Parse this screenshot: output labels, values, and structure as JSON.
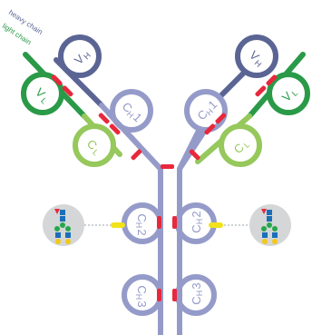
{
  "legend": {
    "heavy_chain": "heavy chain",
    "light_chain": "light chain"
  },
  "domains": {
    "vh_left": {
      "main": "V",
      "sub": "H"
    },
    "vh_right": {
      "main": "V",
      "sub": "H"
    },
    "vl_left": {
      "main": "V",
      "sub": "L"
    },
    "vl_right": {
      "main": "V",
      "sub": "L"
    },
    "ch1_left": {
      "main": "C",
      "sub": "H",
      "suffix": "1"
    },
    "ch1_right": {
      "main": "C",
      "sub": "H",
      "suffix": "1"
    },
    "cl_left": {
      "main": "C",
      "sub": "L"
    },
    "cl_right": {
      "main": "C",
      "sub": "L"
    },
    "ch2_left": {
      "main": "C",
      "sub": "H",
      "suffix": "2"
    },
    "ch2_right": {
      "main": "C",
      "sub": "H",
      "suffix": "2"
    },
    "ch3_left": {
      "main": "C",
      "sub": "H",
      "suffix": "3"
    },
    "ch3_right": {
      "main": "C",
      "sub": "H",
      "suffix": "3"
    }
  },
  "colors": {
    "heavy_chain_dark": "#5b6594",
    "heavy_chain_light": "#959bc9",
    "light_chain_dark": "#2a9a48",
    "light_chain_light": "#96c85c",
    "disulfide_bond": "#e8283c",
    "glycan_link": "#f2e21a",
    "glycan_circle": "#d4d6d8",
    "glycan_blue": "#1a6fb8",
    "glycan_green": "#25a84a",
    "glycan_yellow": "#f2c81a",
    "glycan_red": "#e8283c"
  }
}
